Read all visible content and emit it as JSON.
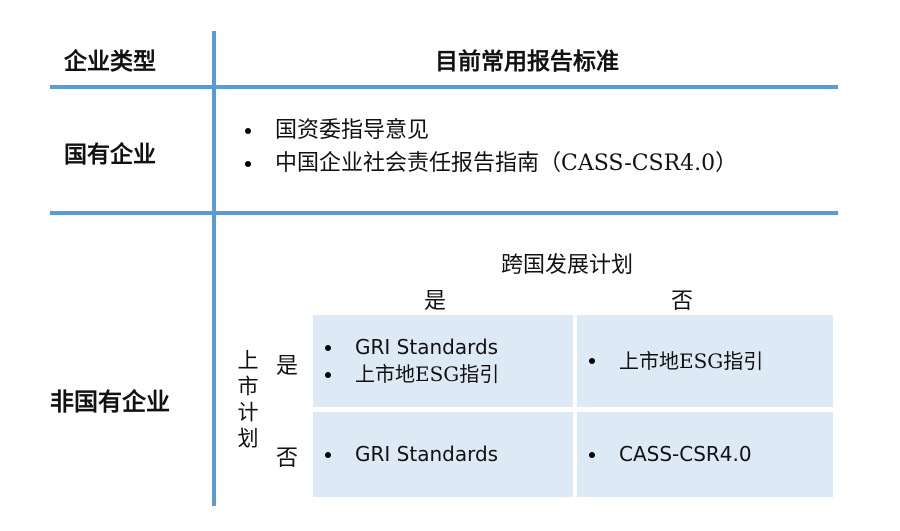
{
  "colors": {
    "accent_blue": "#5B9BD5",
    "cell_bg": "#DDE9F5",
    "text": "#111111"
  },
  "header": {
    "col1": "企业类型",
    "col2": "目前常用报告标准"
  },
  "rows": {
    "soe": {
      "label": "国有企业",
      "items": [
        "国资委指导意见",
        "中国企业社会责任报告指南（CASS-CSR4.0）"
      ]
    },
    "non_soe": {
      "label": "非国有企业",
      "matrix": {
        "col_axis_title": "跨国发展计划",
        "col_yes": "是",
        "col_no": "否",
        "row_axis_title": "上市计划",
        "row_yes": "是",
        "row_no": "否",
        "cells": {
          "yes_yes": {
            "items": [
              "GRI Standards",
              "上市地ESG指引"
            ]
          },
          "yes_no": {
            "items": [
              "上市地ESG指引"
            ]
          },
          "no_yes": {
            "items": [
              "GRI Standards"
            ]
          },
          "no_no": {
            "items": [
              "CASS-CSR4.0"
            ]
          }
        }
      }
    }
  }
}
